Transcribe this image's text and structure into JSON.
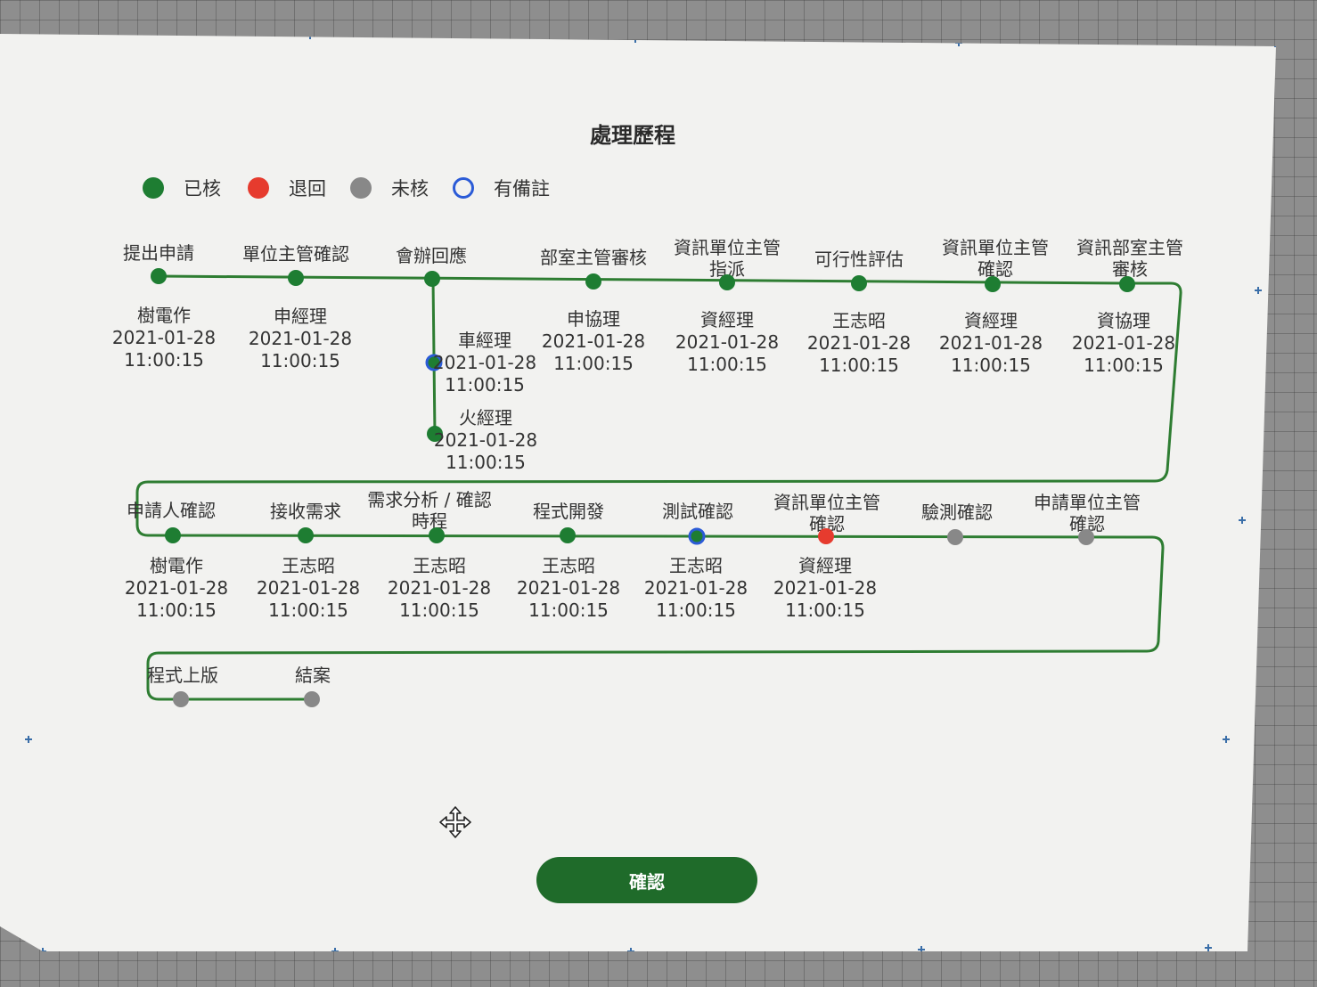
{
  "dialog": {
    "title": "處理歷程",
    "confirm_label": "確認"
  },
  "colors": {
    "approved": "#1e7d32",
    "returned": "#e63b2e",
    "pending": "#888888",
    "note": "#2b5bd7",
    "line": "#2e7d32",
    "button": "#1f6b2a"
  },
  "legend": [
    {
      "label": "已核",
      "status": "approved"
    },
    {
      "label": "退回",
      "status": "returned"
    },
    {
      "label": "未核",
      "status": "pending"
    },
    {
      "label": "有備註",
      "status": "note"
    }
  ],
  "steps": [
    {
      "id": "s1",
      "title": [
        "提出申請"
      ],
      "status": "approved",
      "info": [
        "樹電作",
        "2021-01-28",
        "11:00:15"
      ]
    },
    {
      "id": "s2",
      "title": [
        "單位主管確認"
      ],
      "status": "approved",
      "info": [
        "申經理",
        "2021-01-28",
        "11:00:15"
      ]
    },
    {
      "id": "s3",
      "title": [
        "會辦回應"
      ],
      "status": "approved",
      "info": []
    },
    {
      "id": "s3a",
      "title": [],
      "status": "note",
      "info": [
        "車經理",
        "2021-01-28",
        "11:00:15"
      ]
    },
    {
      "id": "s3b",
      "title": [],
      "status": "approved",
      "info": [
        "火經理",
        "2021-01-28",
        "11:00:15"
      ]
    },
    {
      "id": "s4",
      "title": [
        "部室主管審核"
      ],
      "status": "approved",
      "info": [
        "申協理",
        "2021-01-28",
        "11:00:15"
      ]
    },
    {
      "id": "s5",
      "title": [
        "資訊單位主管",
        "指派"
      ],
      "status": "approved",
      "info": [
        "資經理",
        "2021-01-28",
        "11:00:15"
      ]
    },
    {
      "id": "s6",
      "title": [
        "可行性評估"
      ],
      "status": "approved",
      "info": [
        "王志昭",
        "2021-01-28",
        "11:00:15"
      ]
    },
    {
      "id": "s7",
      "title": [
        "資訊單位主管",
        "確認"
      ],
      "status": "approved",
      "info": [
        "資經理",
        "2021-01-28",
        "11:00:15"
      ]
    },
    {
      "id": "s8",
      "title": [
        "資訊部室主管",
        "審核"
      ],
      "status": "approved",
      "info": [
        "資協理",
        "2021-01-28",
        "11:00:15"
      ]
    },
    {
      "id": "s9",
      "title": [
        "申請人確認"
      ],
      "status": "approved",
      "info": [
        "樹電作",
        "2021-01-28",
        "11:00:15"
      ]
    },
    {
      "id": "s10",
      "title": [
        "接收需求"
      ],
      "status": "approved",
      "info": [
        "王志昭",
        "2021-01-28",
        "11:00:15"
      ]
    },
    {
      "id": "s11",
      "title": [
        "需求分析 / 確認",
        "時程"
      ],
      "status": "approved",
      "info": [
        "王志昭",
        "2021-01-28",
        "11:00:15"
      ]
    },
    {
      "id": "s12",
      "title": [
        "程式開發"
      ],
      "status": "approved",
      "info": [
        "王志昭",
        "2021-01-28",
        "11:00:15"
      ]
    },
    {
      "id": "s13",
      "title": [
        "測試確認"
      ],
      "status": "note",
      "info": [
        "王志昭",
        "2021-01-28",
        "11:00:15"
      ]
    },
    {
      "id": "s14",
      "title": [
        "資訊單位主管",
        "確認"
      ],
      "status": "returned",
      "info": [
        "資經理",
        "2021-01-28",
        "11:00:15"
      ]
    },
    {
      "id": "s15",
      "title": [
        "驗測確認"
      ],
      "status": "pending",
      "info": []
    },
    {
      "id": "s16",
      "title": [
        "申請單位主管",
        "確認"
      ],
      "status": "pending",
      "info": []
    },
    {
      "id": "s17",
      "title": [
        "程式上版"
      ],
      "status": "pending",
      "info": []
    },
    {
      "id": "s18",
      "title": [
        "結案"
      ],
      "status": "pending",
      "info": []
    }
  ]
}
